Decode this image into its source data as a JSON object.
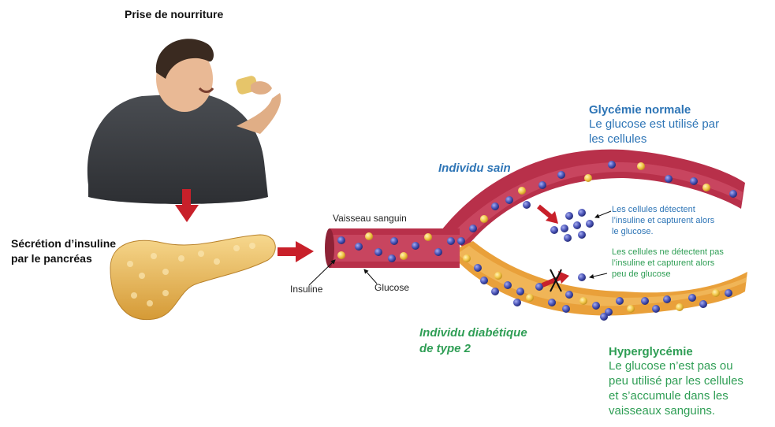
{
  "top": {
    "title": "Prise de nourriture"
  },
  "left": {
    "secretion_line1": "Sécrétion d’insuline",
    "secretion_line2": "par le pancréas"
  },
  "vessel": {
    "label": "Vaisseau sanguin",
    "insuline": "Insuline",
    "glucose": "Glucose"
  },
  "healthy": {
    "label": "Individu sain",
    "title": "Glycémie normale",
    "line1": "Le glucose est utilisé par",
    "line2": "les cellules",
    "note1": "Les cellules détectent",
    "note2": "l’insuline et capturent alors",
    "note3": "le glucose."
  },
  "diabetic": {
    "label1": "Individu diabétique",
    "label2": "de type 2",
    "note1": "Les cellules ne détectent pas",
    "note2": "l’insuline et capturent alors",
    "note3": "peu de glucose",
    "title": "Hyperglycémie",
    "line1": "Le glucose n’est pas ou",
    "line2": "peu utilisé par les cellules",
    "line3": "et s’accumule dans les",
    "line4": "vaisseaux sanguins."
  },
  "colors": {
    "vessel_red": "#b8304a",
    "vessel_inner": "#c9415a",
    "vessel_orange": "#e9a03a",
    "arrow_red": "#c8202a",
    "insulin_yellow": "#f2c84b",
    "glucose_blue": "#4b55b8"
  }
}
